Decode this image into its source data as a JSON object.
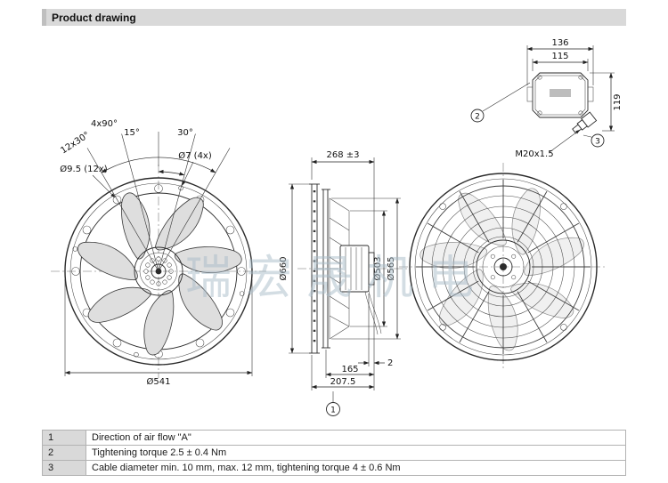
{
  "header": {
    "title": "Product drawing"
  },
  "watermark": {
    "text": "瑞宏晟机电"
  },
  "front_view": {
    "dim_4x90": "4x90°",
    "dim_15": "15°",
    "dim_30": "30°",
    "dim_12x30": "12x30°",
    "dim_d95": "Ø9.5 (12x)",
    "dim_d7": "Ø7 (4x)",
    "dim_d541": "Ø541"
  },
  "side_view": {
    "dim_268": "268 ±3",
    "dim_d660": "Ø660",
    "dim_d503": "Ø503",
    "dim_d565": "Ø565",
    "dim_2": "2",
    "dim_165": "165",
    "dim_207_5": "207.5",
    "callout_1": "1"
  },
  "terminal_box": {
    "dim_136": "136",
    "dim_115": "115",
    "dim_119": "119",
    "dim_m20": "M20x1.5",
    "callout_2": "2",
    "callout_3": "3"
  },
  "notes_table": {
    "rows": [
      {
        "num": "1",
        "text": "Direction of air flow \"A\""
      },
      {
        "num": "2",
        "text": "Tightening torque 2.5 ± 0.4 Nm"
      },
      {
        "num": "3",
        "text": "Cable diameter min. 10 mm, max. 12 mm, tightening torque 4 ± 0.6 Nm"
      }
    ]
  }
}
